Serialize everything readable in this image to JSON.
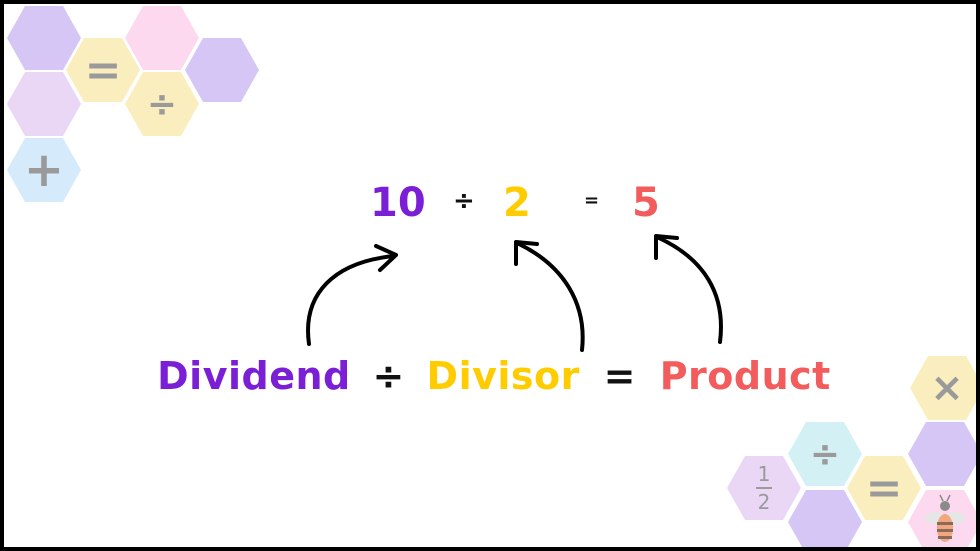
{
  "colors": {
    "dividend": "#7b1fd6",
    "divisor": "#ffcc00",
    "product": "#f25c5c",
    "operator": "#111111",
    "hex_purple_dark": "#d5c6f5",
    "hex_purple_light": "#ead6f5",
    "hex_pink": "#fcd9ee",
    "hex_yellow": "#fbeebe",
    "hex_blue": "#d5ebfb",
    "hex_cyan": "#d3f0f5"
  },
  "equation": {
    "dividend": "10",
    "divide_sign": "÷",
    "divisor": "2",
    "equals_sign": "=",
    "result": "5"
  },
  "terms": {
    "dividend": "Dividend",
    "divide_sign": "÷",
    "divisor": "Divisor",
    "equals_sign": "=",
    "product": "Product"
  },
  "decorations": {
    "top_left_symbols": [
      "=",
      "÷",
      "+"
    ],
    "bottom_right_symbols": [
      "×",
      "÷",
      "="
    ],
    "fraction": {
      "numerator": "1",
      "denominator": "2"
    },
    "icons": [
      "bee-icon"
    ]
  }
}
